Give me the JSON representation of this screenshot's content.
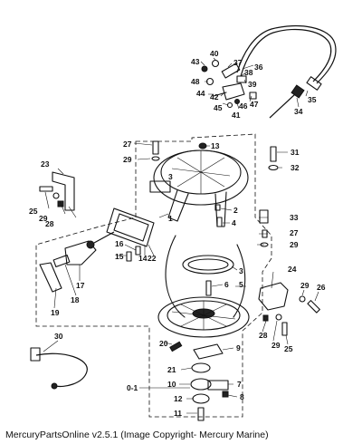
{
  "caption": "MercuryPartsOnline v2.5.1 (Image Copyright- Mercury Marine)",
  "labels": [
    {
      "id": "l40",
      "text": "40"
    },
    {
      "id": "l37",
      "text": "37"
    },
    {
      "id": "l43",
      "text": "43"
    },
    {
      "id": "l38",
      "text": "38"
    },
    {
      "id": "l36",
      "text": "36"
    },
    {
      "id": "l48",
      "text": "48"
    },
    {
      "id": "l39",
      "text": "39"
    },
    {
      "id": "l44",
      "text": "44"
    },
    {
      "id": "l42",
      "text": "42"
    },
    {
      "id": "l47",
      "text": "47"
    },
    {
      "id": "l35",
      "text": "35"
    },
    {
      "id": "l45",
      "text": "45"
    },
    {
      "id": "l46",
      "text": "46"
    },
    {
      "id": "l41",
      "text": "41"
    },
    {
      "id": "l34",
      "text": "34"
    },
    {
      "id": "l27a",
      "text": "27"
    },
    {
      "id": "l13",
      "text": "13"
    },
    {
      "id": "l31",
      "text": "31"
    },
    {
      "id": "l29a",
      "text": "29"
    },
    {
      "id": "l32",
      "text": "32"
    },
    {
      "id": "l23",
      "text": "23"
    },
    {
      "id": "l3a",
      "text": "3"
    },
    {
      "id": "l25a",
      "text": "25"
    },
    {
      "id": "l29b",
      "text": "29"
    },
    {
      "id": "l28a",
      "text": "28"
    },
    {
      "id": "l1",
      "text": "1"
    },
    {
      "id": "l2",
      "text": "2"
    },
    {
      "id": "l33",
      "text": "33"
    },
    {
      "id": "l4",
      "text": "4"
    },
    {
      "id": "l27b",
      "text": "27"
    },
    {
      "id": "l16",
      "text": "16"
    },
    {
      "id": "l14",
      "text": "14"
    },
    {
      "id": "l22",
      "text": "22"
    },
    {
      "id": "l29c",
      "text": "29"
    },
    {
      "id": "l15",
      "text": "15"
    },
    {
      "id": "l3b",
      "text": "3"
    },
    {
      "id": "l24",
      "text": "24"
    },
    {
      "id": "l6",
      "text": "6"
    },
    {
      "id": "l5",
      "text": "5"
    },
    {
      "id": "l29d",
      "text": "29"
    },
    {
      "id": "l26",
      "text": "26"
    },
    {
      "id": "l17",
      "text": "17"
    },
    {
      "id": "l18",
      "text": "18"
    },
    {
      "id": "l19",
      "text": "19"
    },
    {
      "id": "l28b",
      "text": "28"
    },
    {
      "id": "l29e",
      "text": "29"
    },
    {
      "id": "l25b",
      "text": "25"
    },
    {
      "id": "l30",
      "text": "30"
    },
    {
      "id": "l20",
      "text": "20"
    },
    {
      "id": "l9",
      "text": "9"
    },
    {
      "id": "l21",
      "text": "21"
    },
    {
      "id": "l01",
      "text": "0-1"
    },
    {
      "id": "l10",
      "text": "10"
    },
    {
      "id": "l7",
      "text": "7"
    },
    {
      "id": "l8",
      "text": "8"
    },
    {
      "id": "l12",
      "text": "12"
    },
    {
      "id": "l11",
      "text": "11"
    }
  ]
}
